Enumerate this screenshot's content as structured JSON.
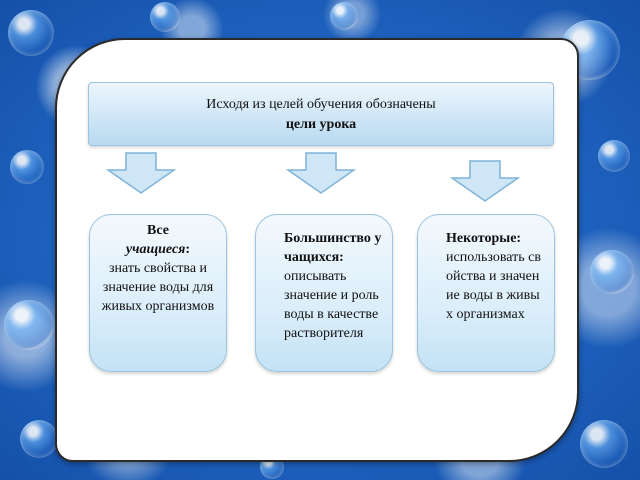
{
  "header": {
    "line1": "Исходя из целей  обучения обозначены",
    "line2": "цели урока"
  },
  "boxes": [
    {
      "heading": "Все",
      "heading_emph": "учащиеся",
      "heading_suffix": ":",
      "text": "знать свойства и значение воды для живых организмов"
    },
    {
      "heading": "Большинство учащихся:",
      "text": "описывать значение и роль воды в качестве растворителя"
    },
    {
      "heading": "Некоторые:",
      "text": "использовать свойства и значение воды в живых организмах"
    }
  ],
  "colors": {
    "background": "#1e63c0",
    "card": "#ffffff",
    "panel": "#cfe6f6",
    "arrow_fill": "#cfe6f6",
    "arrow_stroke": "#7fb2d8"
  },
  "icons": [
    "down-arrow-icon",
    "down-arrow-icon",
    "down-arrow-icon"
  ]
}
